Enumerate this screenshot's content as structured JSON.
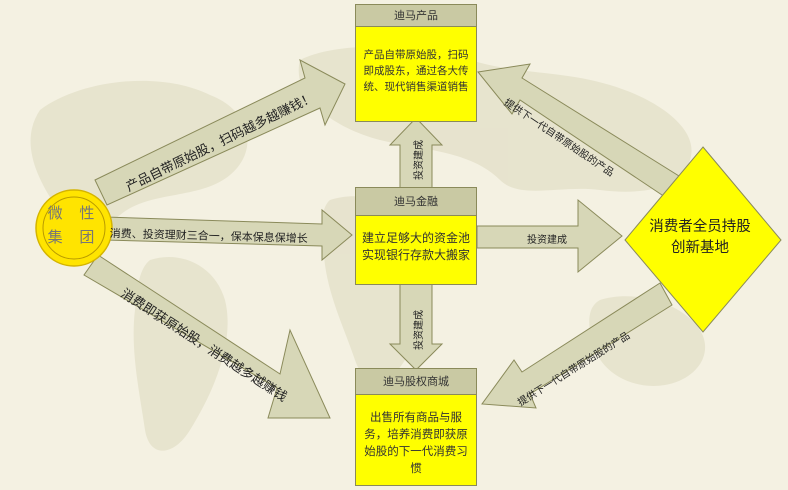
{
  "colors": {
    "box_fill": "#ffff00",
    "box_header": "#c9c9a3",
    "arrow_fill": "#d7d7b7",
    "arrow_stroke": "#8a8a5a",
    "circle_fill": "#ffe400",
    "diamond_fill": "#ffff00",
    "background": "#f4f1e2"
  },
  "nodes": {
    "circle": {
      "line1": "微 性",
      "line2": "集 团"
    },
    "product": {
      "title": "迪马产品",
      "body": "产品自带原始股，扫码即成股东，通过各大传统、现代销售渠道销售"
    },
    "finance": {
      "title": "迪马金融",
      "line1": "建立足够大的资金池",
      "line2": "实现银行存款大搬家"
    },
    "mall": {
      "title": "迪马股权商城",
      "body": "出售所有商品与服务，培养消费即获原始股的下一代消费习惯"
    },
    "diamond": {
      "line1": "消费者全员持股",
      "line2": "创新基地"
    }
  },
  "arrows": {
    "to_product": "产品自带原始股，扫码越多越赚钱！",
    "to_finance": "消费、投资理财三合一，保本保息保增长",
    "to_mall": "消费即获原始股，消费越多越赚钱",
    "finance_up": "投资建成",
    "finance_down": "投资建成",
    "finance_right": "投资建成",
    "diamond_to_product": "提供下一代自带原始股的产品",
    "diamond_to_mall": "提供下一代自带原始股的产品"
  }
}
